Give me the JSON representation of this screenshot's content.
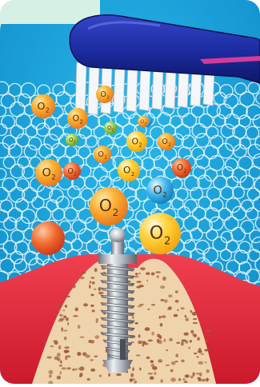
{
  "illustration": {
    "subject": "toothbrush-cleaning-dental-implant",
    "bubble_symbol": "O",
    "bubble_subscript": "2",
    "colors": {
      "background_blue": "#1ba7e0",
      "corner_mint": "#d6f1e3",
      "brush_handle": "#1b2a9e",
      "bristles": "#ffffff",
      "gum": "#e4283a",
      "bone": "#efd3ad",
      "bone_pores": "#9a5a36",
      "implant_metal": "#b8bcc4",
      "bubble_orange": "#f7941d",
      "bubble_yellow": "#ffc20e",
      "bubble_green": "#8cc63f",
      "bubble_red": "#f15a29",
      "bubble_lightblue": "#29a9e1"
    }
  },
  "labeled_bubbles": [
    {
      "color": "orange",
      "label": "O2"
    },
    {
      "color": "orange",
      "label": "O2"
    },
    {
      "color": "orange",
      "label": "O2"
    },
    {
      "color": "green",
      "label": "O2"
    },
    {
      "color": "orange",
      "label": "O2"
    },
    {
      "color": "yellow",
      "label": "O2"
    },
    {
      "color": "orange",
      "label": "O2"
    },
    {
      "color": "orange",
      "label": "O2"
    },
    {
      "color": "green",
      "label": "O2"
    },
    {
      "color": "orange",
      "label": "O2"
    },
    {
      "color": "yellow",
      "label": "O2"
    },
    {
      "color": "red",
      "label": "O2"
    },
    {
      "color": "lightblue",
      "label": "O2"
    },
    {
      "color": "orange",
      "label": "O2"
    },
    {
      "color": "red",
      "label": "O2"
    },
    {
      "color": "yellow",
      "label": "O2"
    }
  ]
}
